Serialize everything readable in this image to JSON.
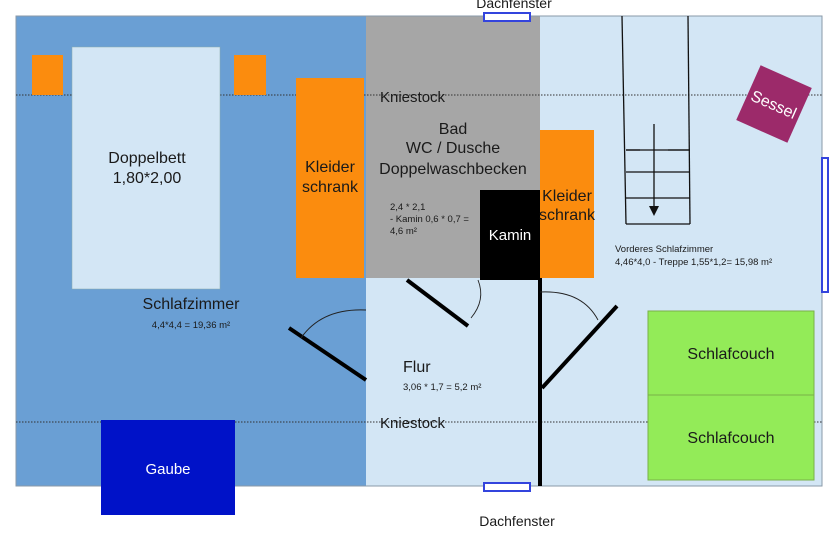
{
  "plan": {
    "top_window_label": "Dachfenster",
    "bottom_window_label": "Dachfenster",
    "kniestock_label_top": "Kniestock",
    "kniestock_label_bottom": "Kniestock"
  },
  "rooms": {
    "bedroom": {
      "name": "Schlafzimmer",
      "area": "4,4*4,4 = 19,36 m²"
    },
    "bath": {
      "line1": "Bad",
      "line2": "WC / Dusche",
      "line3": "Doppelwaschbecken",
      "calc1": "2,4 * 2,1",
      "calc2": "- Kamin 0,6 * 0,7 =",
      "calc3": "4,6 m²"
    },
    "hallway": {
      "name": "Flur",
      "area": "3,06 * 1,7 = 5,2 m²"
    },
    "front_bedroom": {
      "name": "Vorderes Schlafzimmer",
      "area": "4,46*4,0 - Treppe 1,55*1,2= 15,98 m²"
    }
  },
  "furniture": {
    "bed": {
      "line1": "Doppelbett",
      "line2": "1,80*2,00"
    },
    "wardrobe_left": {
      "line1": "Kleider",
      "line2": "schrank"
    },
    "wardrobe_right": {
      "line1": "Kleider",
      "line2": "schrank"
    },
    "chimney": "Kamin",
    "armchair": "Sessel",
    "dormer": "Gaube",
    "sofa_top": "Schlafcouch",
    "sofa_bottom": "Schlafcouch"
  },
  "colors": {
    "bedroom": "#6a9fd4",
    "bath": "#a6a6a6",
    "light_rooms": "#d3e6f5",
    "bed": "#d3e6f5",
    "furniture_orange": "#fb8c0e",
    "chimney": "#000000",
    "armchair": "#9c2a6a",
    "dormer": "#0012c8",
    "sofa": "#93eb58",
    "window": "#3344dd"
  }
}
